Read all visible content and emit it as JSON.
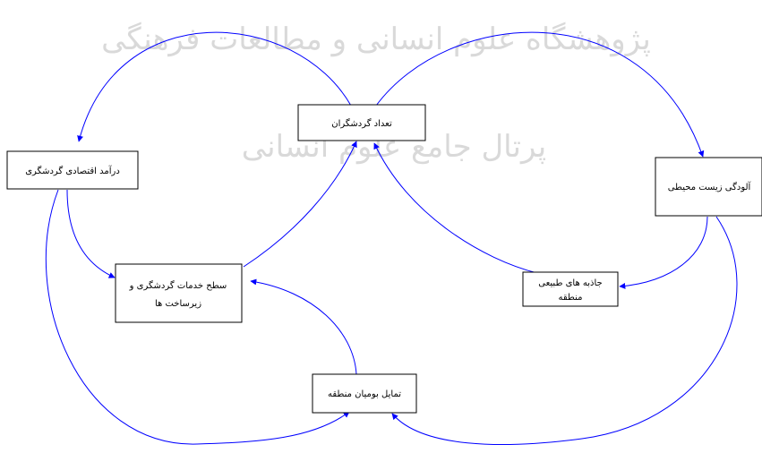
{
  "watermark": {
    "line1": "پژوهشگاه علوم انسانی و مطالعات فرهنگی",
    "line2": "پرتال جامع علوم انسانی"
  },
  "colors": {
    "edge": "#0000ff",
    "box_border": "#000000",
    "watermark": "#d9d9d9"
  },
  "nodes": {
    "tourists": {
      "label": "تعداد گردشگران"
    },
    "income": {
      "label": "درآمد اقتصادی گردشگری"
    },
    "pollution": {
      "label": "آلودگی زیست محیطی"
    },
    "services": {
      "label_line1": "سطح خدمات گردشگری و",
      "label_line2": "زیرساخت ها"
    },
    "nature": {
      "label_line1": "جاذبه های طبیعی",
      "label_line2": "منطقه"
    },
    "locals": {
      "label": "تمایل بومیان منطقه"
    }
  }
}
